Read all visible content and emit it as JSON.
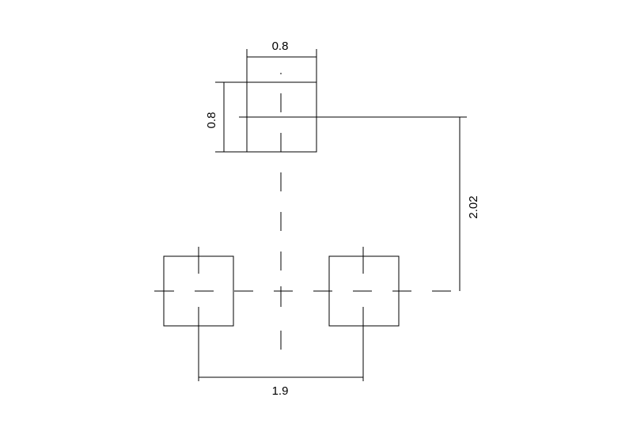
{
  "dimensions": {
    "pad_width": "0.8",
    "pad_height": "0.8",
    "vertical_offset": "2.02",
    "horizontal_pitch": "1.9"
  },
  "colors": {
    "line": "#000000",
    "background": "#ffffff"
  }
}
